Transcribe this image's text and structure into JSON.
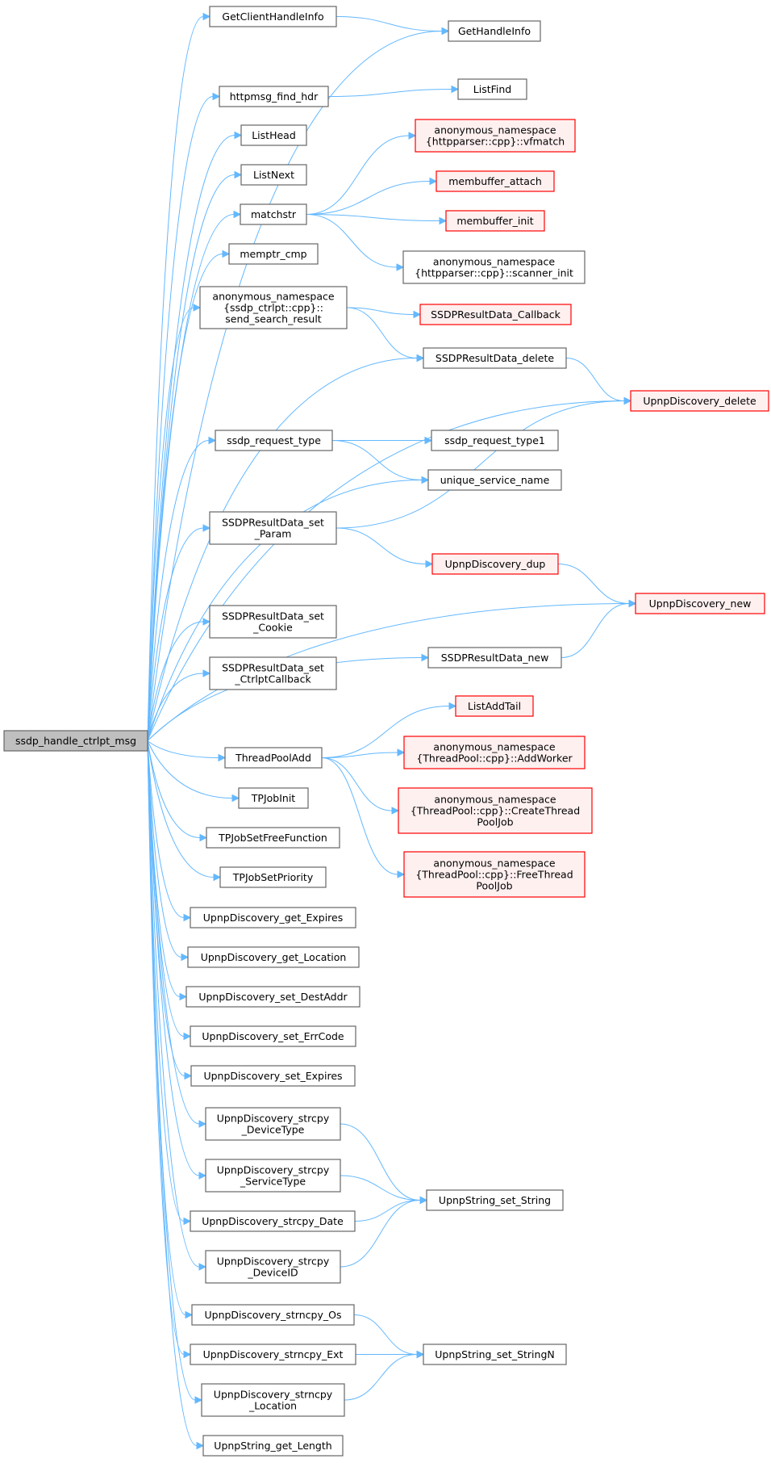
{
  "diagram": {
    "type": "call-graph",
    "colors": {
      "edge": "#63b8ff",
      "root_fill": "#bfbfbf",
      "node_fill": "#ffffff",
      "node_border": "#666666",
      "truncated_fill": "#fff0f0",
      "truncated_border": "#ff0000"
    },
    "nodes": [
      {
        "id": "root",
        "lines": [
          "ssdp_handle_ctrlpt_msg"
        ],
        "style": "root"
      },
      {
        "id": "gchi",
        "lines": [
          "GetClientHandleInfo"
        ],
        "style": "normal"
      },
      {
        "id": "ghi",
        "lines": [
          "GetHandleInfo"
        ],
        "style": "normal"
      },
      {
        "id": "hfh",
        "lines": [
          "httpmsg_find_hdr"
        ],
        "style": "normal"
      },
      {
        "id": "lf",
        "lines": [
          "ListFind"
        ],
        "style": "normal"
      },
      {
        "id": "lh",
        "lines": [
          "ListHead"
        ],
        "style": "normal"
      },
      {
        "id": "ln",
        "lines": [
          "ListNext"
        ],
        "style": "normal"
      },
      {
        "id": "ms",
        "lines": [
          "matchstr"
        ],
        "style": "normal"
      },
      {
        "id": "vfm",
        "lines": [
          "anonymous_namespace",
          "{httpparser::cpp}::vfmatch"
        ],
        "style": "red"
      },
      {
        "id": "mba",
        "lines": [
          "membuffer_attach"
        ],
        "style": "red"
      },
      {
        "id": "mbi",
        "lines": [
          "membuffer_init"
        ],
        "style": "red"
      },
      {
        "id": "sci",
        "lines": [
          "anonymous_namespace",
          "{httpparser::cpp}::scanner_init"
        ],
        "style": "normal"
      },
      {
        "id": "mpc",
        "lines": [
          "memptr_cmp"
        ],
        "style": "normal"
      },
      {
        "id": "ssr",
        "lines": [
          "anonymous_namespace",
          "{ssdp_ctrlpt::cpp}::",
          "send_search_result"
        ],
        "style": "normal"
      },
      {
        "id": "srcb",
        "lines": [
          "SSDPResultData_Callback"
        ],
        "style": "red"
      },
      {
        "id": "srdel",
        "lines": [
          "SSDPResultData_delete"
        ],
        "style": "normal"
      },
      {
        "id": "udel",
        "lines": [
          "UpnpDiscovery_delete"
        ],
        "style": "red"
      },
      {
        "id": "srt",
        "lines": [
          "ssdp_request_type"
        ],
        "style": "normal"
      },
      {
        "id": "srt1",
        "lines": [
          "ssdp_request_type1"
        ],
        "style": "normal"
      },
      {
        "id": "usn",
        "lines": [
          "unique_service_name"
        ],
        "style": "normal"
      },
      {
        "id": "ssp",
        "lines": [
          "SSDPResultData_set",
          "_Param"
        ],
        "style": "normal"
      },
      {
        "id": "udup",
        "lines": [
          "UpnpDiscovery_dup"
        ],
        "style": "red"
      },
      {
        "id": "unew",
        "lines": [
          "UpnpDiscovery_new"
        ],
        "style": "red"
      },
      {
        "id": "ssc",
        "lines": [
          "SSDPResultData_set",
          "_Cookie"
        ],
        "style": "normal"
      },
      {
        "id": "sscc",
        "lines": [
          "SSDPResultData_set",
          "_CtrlptCallback"
        ],
        "style": "normal"
      },
      {
        "id": "srnew",
        "lines": [
          "SSDPResultData_new"
        ],
        "style": "normal"
      },
      {
        "id": "lat",
        "lines": [
          "ListAddTail"
        ],
        "style": "red"
      },
      {
        "id": "tpa",
        "lines": [
          "ThreadPoolAdd"
        ],
        "style": "normal"
      },
      {
        "id": "aw",
        "lines": [
          "anonymous_namespace",
          "{ThreadPool::cpp}::AddWorker"
        ],
        "style": "red"
      },
      {
        "id": "ctp",
        "lines": [
          "anonymous_namespace",
          "{ThreadPool::cpp}::CreateThread",
          "PoolJob"
        ],
        "style": "red"
      },
      {
        "id": "ftp",
        "lines": [
          "anonymous_namespace",
          "{ThreadPool::cpp}::FreeThread",
          "PoolJob"
        ],
        "style": "red"
      },
      {
        "id": "tji",
        "lines": [
          "TPJobInit"
        ],
        "style": "normal"
      },
      {
        "id": "tjsf",
        "lines": [
          "TPJobSetFreeFunction"
        ],
        "style": "normal"
      },
      {
        "id": "tjsp",
        "lines": [
          "TPJobSetPriority"
        ],
        "style": "normal"
      },
      {
        "id": "udge",
        "lines": [
          "UpnpDiscovery_get_Expires"
        ],
        "style": "normal"
      },
      {
        "id": "udgl",
        "lines": [
          "UpnpDiscovery_get_Location"
        ],
        "style": "normal"
      },
      {
        "id": "udsd",
        "lines": [
          "UpnpDiscovery_set_DestAddr"
        ],
        "style": "normal"
      },
      {
        "id": "udse",
        "lines": [
          "UpnpDiscovery_set_ErrCode"
        ],
        "style": "normal"
      },
      {
        "id": "udsx",
        "lines": [
          "UpnpDiscovery_set_Expires"
        ],
        "style": "normal"
      },
      {
        "id": "udcdt",
        "lines": [
          "UpnpDiscovery_strcpy",
          "_DeviceType"
        ],
        "style": "normal"
      },
      {
        "id": "udcst",
        "lines": [
          "UpnpDiscovery_strcpy",
          "_ServiceType"
        ],
        "style": "normal"
      },
      {
        "id": "udcd",
        "lines": [
          "UpnpDiscovery_strcpy_Date"
        ],
        "style": "normal"
      },
      {
        "id": "udcdi",
        "lines": [
          "UpnpDiscovery_strcpy",
          "_DeviceID"
        ],
        "style": "normal"
      },
      {
        "id": "uss",
        "lines": [
          "UpnpString_set_String"
        ],
        "style": "normal"
      },
      {
        "id": "udno",
        "lines": [
          "UpnpDiscovery_strncpy_Os"
        ],
        "style": "normal"
      },
      {
        "id": "udne",
        "lines": [
          "UpnpDiscovery_strncpy_Ext"
        ],
        "style": "normal"
      },
      {
        "id": "udnl",
        "lines": [
          "UpnpDiscovery_strncpy",
          "_Location"
        ],
        "style": "normal"
      },
      {
        "id": "ussn",
        "lines": [
          "UpnpString_set_StringN"
        ],
        "style": "normal"
      },
      {
        "id": "ugl",
        "lines": [
          "UpnpString_get_Length"
        ],
        "style": "normal"
      }
    ],
    "edges": [
      [
        "root",
        "gchi"
      ],
      [
        "root",
        "ghi"
      ],
      [
        "root",
        "hfh"
      ],
      [
        "root",
        "lh"
      ],
      [
        "root",
        "ln"
      ],
      [
        "root",
        "ms"
      ],
      [
        "root",
        "mpc"
      ],
      [
        "root",
        "ssr"
      ],
      [
        "root",
        "srdel"
      ],
      [
        "root",
        "udel"
      ],
      [
        "root",
        "srt"
      ],
      [
        "root",
        "usn"
      ],
      [
        "root",
        "ssp"
      ],
      [
        "root",
        "unew"
      ],
      [
        "root",
        "ssc"
      ],
      [
        "root",
        "sscc"
      ],
      [
        "root",
        "srnew"
      ],
      [
        "root",
        "tpa"
      ],
      [
        "root",
        "tji"
      ],
      [
        "root",
        "tjsf"
      ],
      [
        "root",
        "tjsp"
      ],
      [
        "root",
        "udge"
      ],
      [
        "root",
        "udgl"
      ],
      [
        "root",
        "udsd"
      ],
      [
        "root",
        "udse"
      ],
      [
        "root",
        "udsx"
      ],
      [
        "root",
        "udcdt"
      ],
      [
        "root",
        "udcst"
      ],
      [
        "root",
        "udcd"
      ],
      [
        "root",
        "udcdi"
      ],
      [
        "root",
        "udno"
      ],
      [
        "root",
        "udne"
      ],
      [
        "root",
        "udnl"
      ],
      [
        "root",
        "ugl"
      ],
      [
        "gchi",
        "ghi"
      ],
      [
        "hfh",
        "lf"
      ],
      [
        "ms",
        "vfm"
      ],
      [
        "ms",
        "mba"
      ],
      [
        "ms",
        "mbi"
      ],
      [
        "ms",
        "sci"
      ],
      [
        "ssr",
        "srcb"
      ],
      [
        "ssr",
        "srdel"
      ],
      [
        "srdel",
        "udel"
      ],
      [
        "srt",
        "srt1"
      ],
      [
        "srt",
        "usn"
      ],
      [
        "ssp",
        "udel"
      ],
      [
        "ssp",
        "udup"
      ],
      [
        "udup",
        "unew"
      ],
      [
        "srnew",
        "unew"
      ],
      [
        "tpa",
        "lat"
      ],
      [
        "tpa",
        "aw"
      ],
      [
        "tpa",
        "ctp"
      ],
      [
        "tpa",
        "ftp"
      ],
      [
        "udcdt",
        "uss"
      ],
      [
        "udcst",
        "uss"
      ],
      [
        "udcd",
        "uss"
      ],
      [
        "udcdi",
        "uss"
      ],
      [
        "udno",
        "ussn"
      ],
      [
        "udne",
        "ussn"
      ],
      [
        "udnl",
        "ussn"
      ]
    ]
  }
}
